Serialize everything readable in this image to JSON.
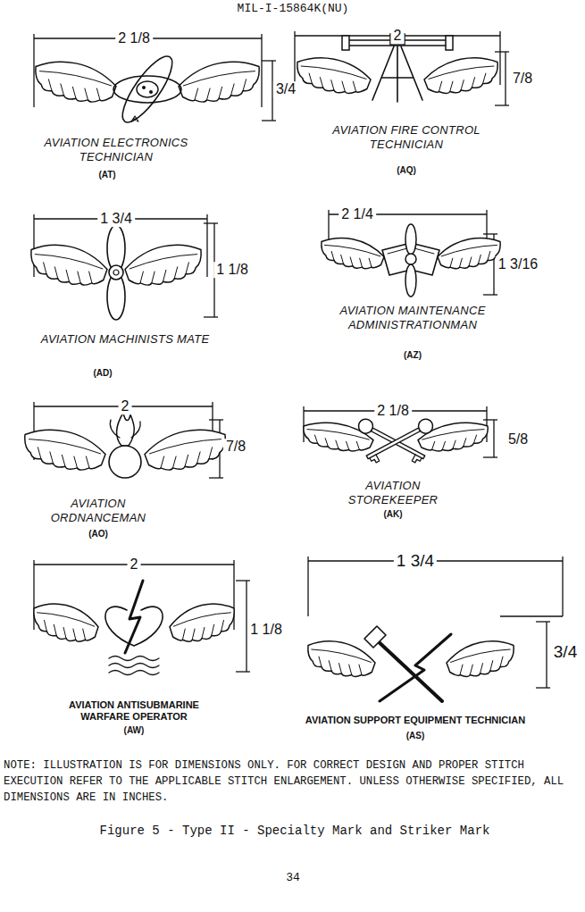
{
  "diagram": {
    "title": "MIL-I-15864K(NU)",
    "caption": "Figure 5 - Type II - Specialty Mark and Striker Mark",
    "labels": [
      "2 1/8",
      "3/4",
      "AVIATION ELECTRONICS TECHNICIAN",
      "(AT)",
      "2",
      "7/8",
      "AVIATION FIRE CONTROL TECHNICIAN",
      "(AQ)",
      "1 3/4",
      "1 1/8",
      "AVIATION MACHINISTS MATE",
      "(AD)",
      "2 1/4",
      "1 3/16",
      "AVIATION MAINTENANCE ADMINISTRATIONMAN",
      "(AZ)",
      "2",
      "7/8",
      "AVIATION ORDNANCEMAN",
      "(AO)",
      "2 1/8",
      "5/8",
      "AVIATION STOREKEEPER",
      "(AK)",
      "2",
      "1 1/8",
      "AVIATION ANTISUBMARINE WARFARE OPERATOR",
      "(AW)",
      "1 3/4",
      "3/4",
      "AVIATION SUPPORT EQUIPMENT TECHNICIAN",
      "(AS)",
      "NOTE: ILLUSTRATION IS FOR DIMENSIONS ONLY. FOR CORRECT DESIGN AND PROPER STITCH EXECUTION REFER TO THE APPLICABLE STITCH ENLARGEMENT. UNLESS OTHERWISE SPECIFIED, ALL DIMENSIONS ARE IN INCHES.",
      "34"
    ]
  }
}
